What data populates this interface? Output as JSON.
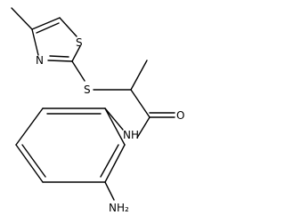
{
  "labels": {
    "sulfur_ring": "S",
    "nitrogen_ring": "N",
    "sulfur_linker": "S",
    "oxygen": "O",
    "amide_nh": "NH",
    "amine_nh2": "NH₂"
  }
}
